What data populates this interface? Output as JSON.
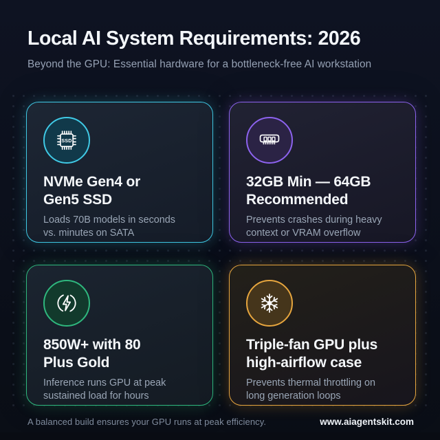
{
  "header": {
    "title": "Local AI System Requirements: 2026",
    "subtitle": "Beyond the GPU: Essential hardware for a bottleneck-free AI workstation"
  },
  "cards": [
    {
      "icon": "ssd-chip-icon",
      "icon_label": "SSD",
      "accent": "#40cae6",
      "glow": "rgba(64,202,230,0.28)",
      "icon_bg": "#11394a",
      "card_bg_top": "#1d2634",
      "card_bg_bottom": "#151c28",
      "title_lines": [
        "NVMe Gen4 or",
        "Gen5 SSD"
      ],
      "desc_lines": [
        "Loads 70B models in seconds",
        "vs. minutes on SATA"
      ]
    },
    {
      "icon": "ram-module-icon",
      "accent": "#8d63ef",
      "glow": "rgba(141,99,239,0.30)",
      "icon_bg": "#2b2345",
      "card_bg_top": "#212233",
      "card_bg_bottom": "#171725",
      "title_lines": [
        "32GB Min — 64GB",
        "Recommended"
      ],
      "desc_lines": [
        "Prevents crashes during heavy",
        "context or VRAM overflow"
      ]
    },
    {
      "icon": "power-bolt-icon",
      "accent": "#2fb87e",
      "glow": "rgba(47,184,126,0.28)",
      "icon_bg": "#123a2c",
      "card_bg_top": "#1b2430",
      "card_bg_bottom": "#141b23",
      "title_lines": [
        "850W+ with 80",
        "Plus Gold"
      ],
      "desc_lines": [
        "Inference runs GPU at peak",
        "sustained load for hours"
      ]
    },
    {
      "icon": "snowflake-icon",
      "accent": "#e7a63e",
      "glow": "rgba(231,166,62,0.28)",
      "icon_bg": "#45351b",
      "card_bg_top": "#232019",
      "card_bg_bottom": "#17151d",
      "title_lines": [
        "Triple-fan GPU plus",
        "high-airflow case"
      ],
      "desc_lines": [
        "Prevents thermal throttling on",
        "long generation loops"
      ]
    }
  ],
  "footer": {
    "note": "A balanced build ensures your GPU runs at peak efficiency.",
    "website": "www.aiagentskit.com"
  },
  "colors": {
    "background": "#0d1220",
    "title": "#f3f6fa",
    "subtitle": "#96a1b4",
    "card_title": "#f4f7fa",
    "card_description": "#9aa6b6",
    "footer_note": "#7f8b9d",
    "footer_site": "#eef2f7"
  }
}
